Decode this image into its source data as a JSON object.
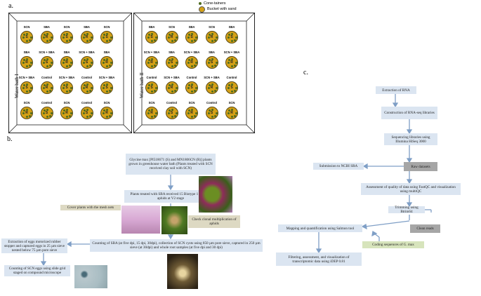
{
  "panel_a": {
    "label": "a.",
    "legend": {
      "cone": "Cone-tainers",
      "bucket": "Bucket with sand"
    },
    "tanks": [
      {
        "name": "Water bath I",
        "rows": [
          [
            "SCN",
            "SBA",
            "SCN",
            "SBA",
            "SCN"
          ],
          [
            "SBA",
            "SCN + SBA",
            "SBA",
            "SCN + SBA",
            "SBA"
          ],
          [
            "SCN + SBA",
            "Control",
            "SCN + SBA",
            "Control",
            "SCN + SBA"
          ],
          [
            "SCN",
            "Control",
            "SCN",
            "Control",
            "SCN"
          ]
        ]
      },
      {
        "name": "Water bath II",
        "rows": [
          [
            "SBA",
            "SCN",
            "SBA",
            "SCN",
            "SBA"
          ],
          [
            "SCN + SBA",
            "SBA",
            "SCN + SBA",
            "SBA",
            "SCN + SBA"
          ],
          [
            "Control",
            "SCN + SBA",
            "Control",
            "SCN + SBA",
            "Control"
          ],
          [
            "SCN",
            "Control",
            "SCN",
            "Control",
            "SCN"
          ]
        ]
      }
    ],
    "bucket_codes": [
      "S",
      "R"
    ]
  },
  "panel_b": {
    "label": "b.",
    "boxes": {
      "start": "Glycine max [PI518671 (S) and MN1806CN (R)] plants grown in greenhouse water bath (Plants treated with SCN received clay soil with SCN)",
      "sba": "Plants treated with SBA received 15 Biotype 1 soybean aphids at V2 stage",
      "cover": "Cover plants with the mesh nets",
      "check": "Check clonal multiplication of aphids",
      "count": "Counting of SBA (at five dpi, 15 dpi, 30dpi), collection of SCN cysts using 850 µm pore sieve, captured in 250 µm sieve (at 30dpi) and whole root samples (at five dpi and 30 dpi)",
      "extract": "Extraction of eggs motorized rubber stopper and captured eggs in 25 µm sieve nested below 75 µm pore sieve",
      "count_scn": "Counting of SCN eggs using slide grid staged on compound microscope"
    }
  },
  "panel_c": {
    "label": "c.",
    "boxes": {
      "extraction": "Extraction of RNA",
      "construction": "Construction of RNA-seq libraries",
      "sequencing": "Sequencing libraries using Illumina HiSeq 3000",
      "raw": "Raw datasets",
      "submission": "Submission to NCBI SRA",
      "assessment": "Assessment of quality of data using FastQC and visualization using multiQC",
      "trimming": "Trimming using Btrim64",
      "clean": "Clean reads",
      "mapping": "Mapping and quantification using Salmon tool",
      "coding": "Coding sequences of G. max",
      "filtering": "Filtering, assessment, and visualization of transcriptomic data using iDEP 0.81"
    }
  },
  "colors": {
    "box_blue": "#dbe5f1",
    "box_tan": "#ddd9c3",
    "box_grey": "#a6a6a6",
    "box_green": "#d7e4bc",
    "bucket": "#d4a017",
    "cone": "#4d6b1f",
    "arrow": "#7f9fc6"
  }
}
